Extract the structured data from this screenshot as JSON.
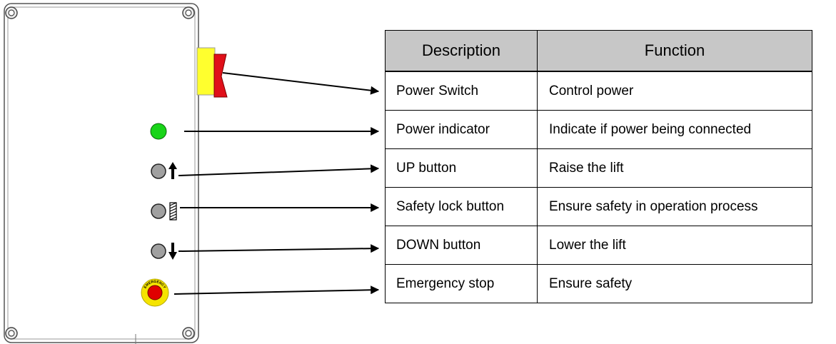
{
  "table": {
    "headers": [
      "Description",
      "Function"
    ],
    "rows": [
      {
        "description": "Power Switch",
        "function": "Control power"
      },
      {
        "description": "Power indicator",
        "function": "Indicate if power being connected"
      },
      {
        "description": "UP button",
        "function": "Raise the lift"
      },
      {
        "description": "Safety lock button",
        "function": "Ensure safety in operation process"
      },
      {
        "description": "DOWN button",
        "function": "Lower the lift"
      },
      {
        "description": "Emergency stop",
        "function": "Ensure safety"
      }
    ]
  },
  "panel": {
    "emergency_ring_text": "EMERGENCY",
    "colors": {
      "switch_yellow": "#ffff2e",
      "switch_red": "#e0101a",
      "indicator_green": "#19d419",
      "button_gray": "#a0a0a0",
      "emergency_yellow": "#f5e400",
      "emergency_red": "#e00000",
      "table_header_bg": "#c7c7c7"
    }
  }
}
